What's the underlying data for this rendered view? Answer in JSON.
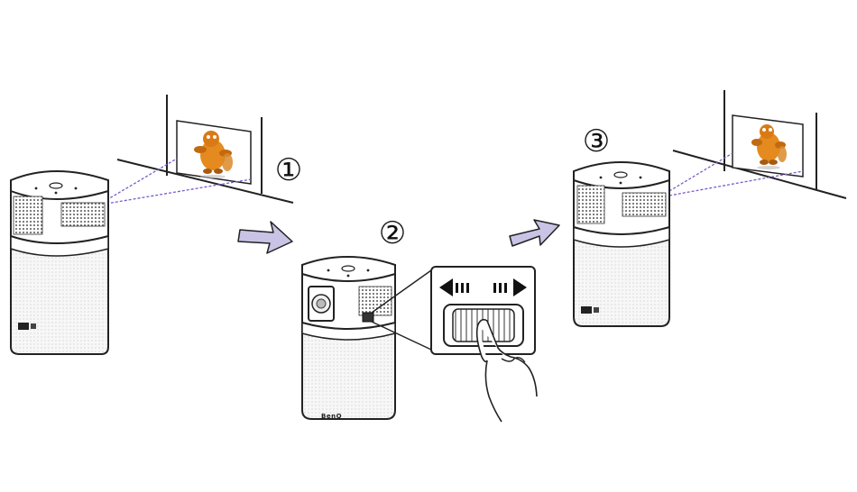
{
  "steps": [
    {
      "number": "①"
    },
    {
      "number": "②"
    },
    {
      "number": "③"
    }
  ],
  "brand": {
    "logo": "BenQ"
  },
  "icons": {
    "arrow": "arrow-right-icon",
    "focus_left": "arrow-left-icon",
    "focus_right": "arrow-right-icon",
    "hand": "pointing-hand-icon"
  },
  "colors": {
    "line": "#222222",
    "projection": "#7b5cc9",
    "arrow_fill": "#c9c3e6",
    "speaker_grille": "#eeeeee",
    "image_orange": "#e58a1f"
  }
}
